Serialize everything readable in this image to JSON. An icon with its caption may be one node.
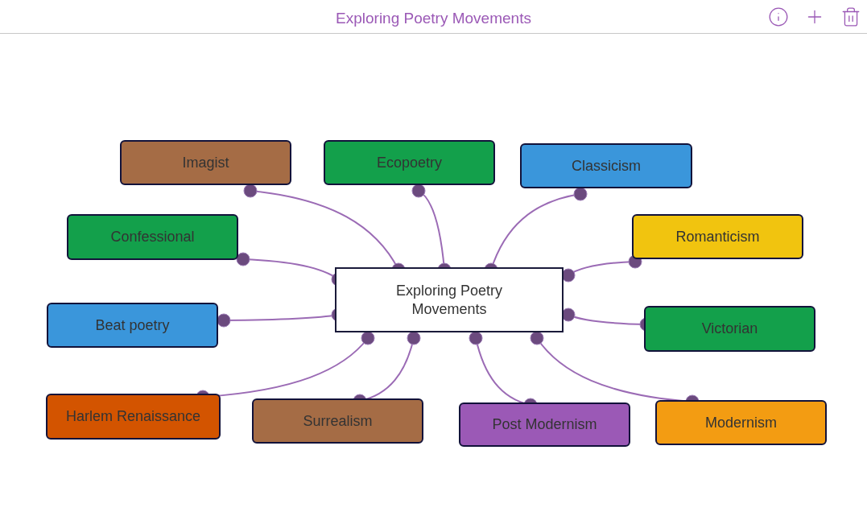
{
  "diagram": {
    "title": "Exploring Poetry Movements",
    "nodes": [
      {
        "text": [
          "Exploring Poetry Movements"
        ]
      },
      {
        "text": [
          "Imagist"
        ]
      },
      {
        "text": [
          "Ecopoetry"
        ]
      },
      {
        "text": [
          "Classicism"
        ]
      },
      {
        "text": [
          "Confessional"
        ]
      },
      {
        "text": [
          "Romanticism"
        ]
      },
      {
        "text": [
          "Beat poetry"
        ]
      },
      {
        "text": [
          "Victorian"
        ]
      },
      {
        "text": [
          "Harlem Renaissance"
        ]
      },
      {
        "text": [
          "Surrealism"
        ]
      },
      {
        "text": [
          "Post Modernism"
        ]
      },
      {
        "text": [
          "Modernism"
        ]
      }
    ],
    "edges": [
      {
        "from": 0,
        "to": 1,
        "arrow": "other"
      },
      {
        "from": 0,
        "to": 2,
        "arrow": "other"
      },
      {
        "from": 0,
        "to": 3,
        "arrow": "other"
      },
      {
        "from": 0,
        "to": 4,
        "arrow": "other"
      },
      {
        "from": 0,
        "to": 5,
        "arrow": "other"
      },
      {
        "from": 0,
        "to": 6,
        "arrow": "other"
      },
      {
        "from": 0,
        "to": 7,
        "arrow": "other"
      },
      {
        "from": 0,
        "to": 8,
        "arrow": "other"
      },
      {
        "from": 0,
        "to": 9,
        "arrow": "other"
      },
      {
        "from": 0,
        "to": 10,
        "arrow": "other"
      },
      {
        "from": 0,
        "to": 11,
        "arrow": "other"
      }
    ]
  }
}
